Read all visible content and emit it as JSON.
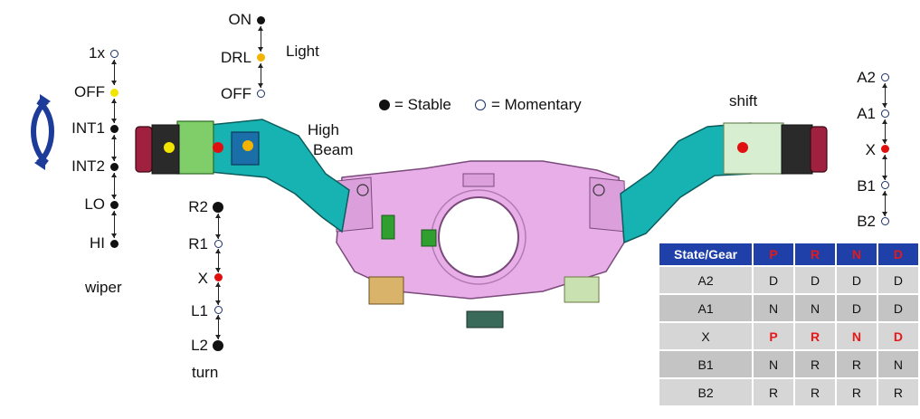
{
  "legend": {
    "stable": "= Stable",
    "momentary": "= Momentary"
  },
  "wiper": {
    "title": "wiper",
    "positions": [
      {
        "label": "1x",
        "kind": "momentary"
      },
      {
        "label": "OFF",
        "kind": "yellow"
      },
      {
        "label": "INT1",
        "kind": "stable"
      },
      {
        "label": "INT2",
        "kind": "stable"
      },
      {
        "label": "LO",
        "kind": "stable"
      },
      {
        "label": "HI",
        "kind": "stable"
      }
    ]
  },
  "light": {
    "title": "Light",
    "positions": [
      {
        "label": "ON",
        "kind": "stable"
      },
      {
        "label": "DRL",
        "kind": "orange"
      },
      {
        "label": "OFF",
        "kind": "momentary"
      }
    ]
  },
  "high_beam": {
    "line1": "High",
    "line2": "Beam"
  },
  "turn": {
    "title": "turn",
    "positions": [
      {
        "label": "R2",
        "kind": "stable"
      },
      {
        "label": "R1",
        "kind": "momentary"
      },
      {
        "label": "X",
        "kind": "red"
      },
      {
        "label": "L1",
        "kind": "momentary"
      },
      {
        "label": "L2",
        "kind": "stable"
      }
    ]
  },
  "shift": {
    "title": "shift",
    "positions": [
      {
        "label": "A2",
        "kind": "momentary"
      },
      {
        "label": "A1",
        "kind": "momentary"
      },
      {
        "label": "X",
        "kind": "red"
      },
      {
        "label": "B1",
        "kind": "momentary"
      },
      {
        "label": "B2",
        "kind": "momentary"
      }
    ]
  },
  "table": {
    "header": "State/Gear",
    "gears": [
      "P",
      "R",
      "N",
      "D"
    ],
    "rows": [
      {
        "state": "A2",
        "values": [
          "D",
          "D",
          "D",
          "D"
        ]
      },
      {
        "state": "A1",
        "values": [
          "N",
          "N",
          "D",
          "D"
        ]
      },
      {
        "state": "X",
        "values": [
          "P",
          "R",
          "N",
          "D"
        ]
      },
      {
        "state": "B1",
        "values": [
          "N",
          "R",
          "R",
          "N"
        ]
      },
      {
        "state": "B2",
        "values": [
          "R",
          "R",
          "R",
          "R"
        ]
      }
    ]
  },
  "colors": {
    "teal": "#17b3b3",
    "pink": "#e8aee8",
    "green": "#7fce6a",
    "header_blue": "#1e40a8",
    "gear_red": "#e81818"
  }
}
